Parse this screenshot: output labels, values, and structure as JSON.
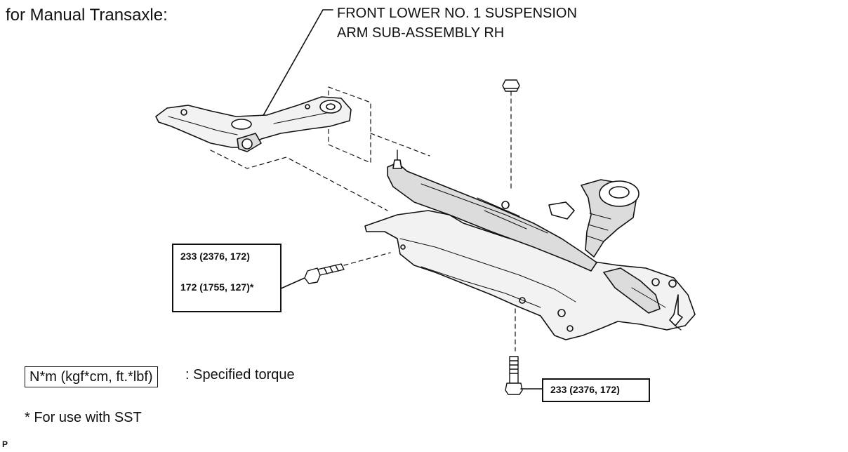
{
  "heading": "for Manual Transaxle:",
  "part_label": {
    "line1": "FRONT LOWER  NO. 1 SUSPENSION",
    "line2": "ARM SUB-ASSEMBLY RH"
  },
  "torque_callouts": {
    "side_bolt": {
      "line1": "233 (2376, 172)",
      "line2": "172 (1755, 127)*"
    },
    "bottom_bolt": "233 (2376, 172)"
  },
  "legend": {
    "units": "N*m (kgf*cm, ft.*lbf)",
    "description": ": Specified torque"
  },
  "footnote": "* For use with SST",
  "corner_mark": "P",
  "colors": {
    "ink": "#111111",
    "background": "#ffffff",
    "fill_light": "#f2f2f2",
    "fill_mid": "#dcdcdc"
  }
}
